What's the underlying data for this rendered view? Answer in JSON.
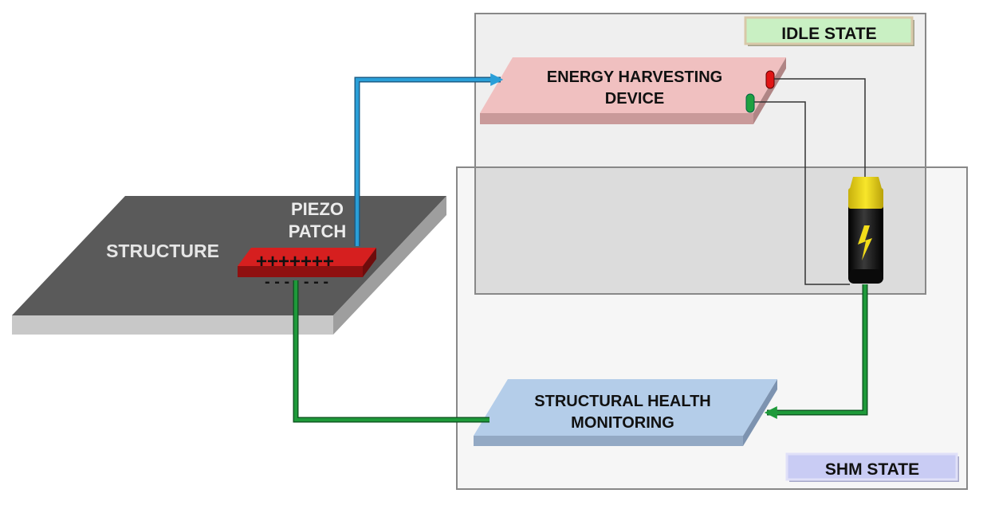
{
  "states": {
    "idle": "IDLE STATE",
    "shm": "SHM STATE"
  },
  "structure": {
    "label": "STRUCTURE",
    "piezo_line1": "PIEZO",
    "piezo_line2": "PATCH",
    "positive_charges": "+++++++",
    "negative_charges": "- - - - - - -"
  },
  "harvester": {
    "line1": "ENERGY HARVESTING",
    "line2": "DEVICE"
  },
  "shm_block": {
    "line1": "STRUCTURAL HEALTH",
    "line2": "MONITORING"
  },
  "battery": {
    "icon": "lightning-bolt-icon"
  },
  "colors": {
    "structure_top": "#5a5a5a",
    "structure_edge": "#c8c8c8",
    "piezo": "#d61f1f",
    "harvester": "#f0c0c0",
    "shm": "#b4cde9",
    "blue_arrow": "#2a9fd8",
    "green_arrow": "#1e9a3a",
    "idle_label_bg": "#c9f0c3",
    "shm_label_bg": "#c9ccf4",
    "battery_cap": "#f2dc1a",
    "battery_body": "#111111"
  }
}
